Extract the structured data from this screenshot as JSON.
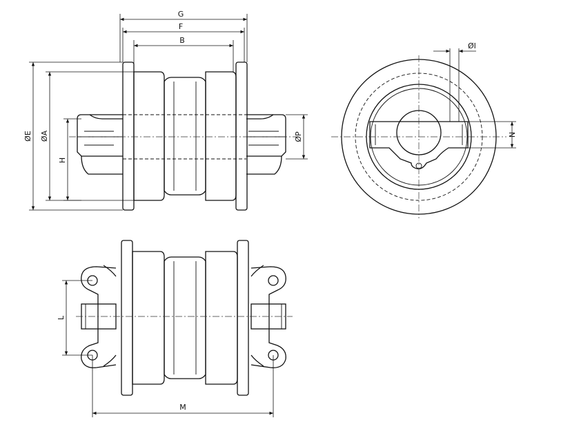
{
  "labels": {
    "G": "G",
    "F": "F",
    "B": "B",
    "E": "ØE",
    "A": "ØA",
    "H": "H",
    "P": "ØP",
    "I": "ØI",
    "N": "N",
    "L": "L",
    "M": "M"
  }
}
